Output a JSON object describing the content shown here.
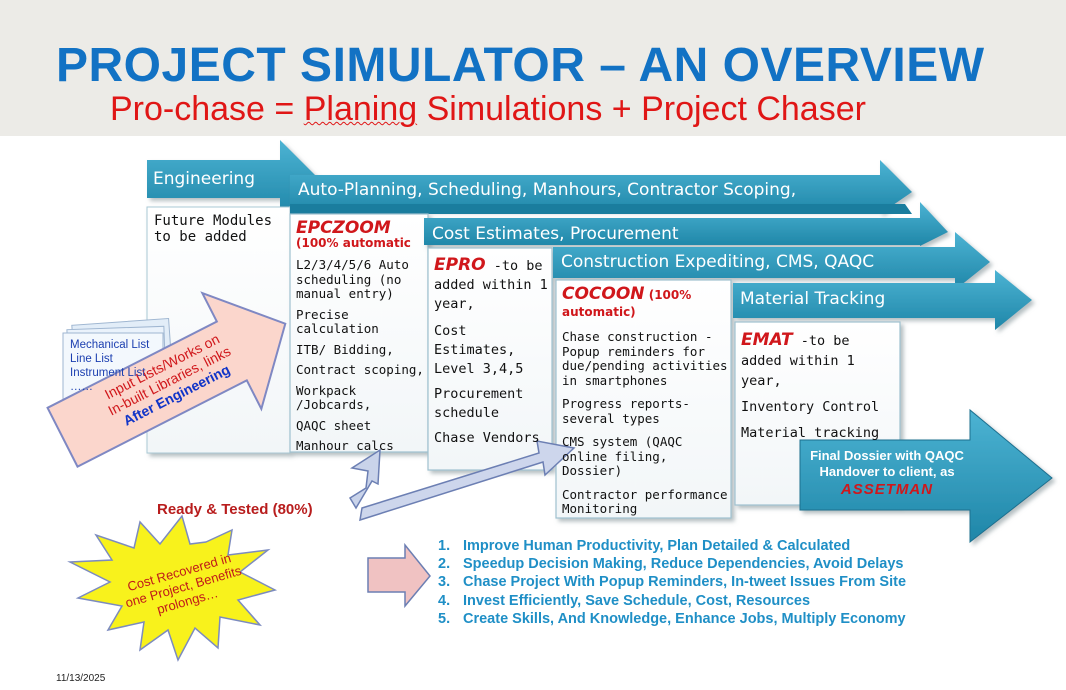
{
  "slide": {
    "title": "PROJECT SIMULATOR – AN OVERVIEW",
    "subtitle_prefix": "Pro-chase = ",
    "subtitle_squiggle": "Planing",
    "subtitle_suffix": " Simulations + Project Chaser",
    "date": "11/13/2025"
  },
  "arrows": {
    "engineering": "Engineering",
    "auto_planning": "Auto-Planning, Scheduling, Manhours, Contractor Scoping,",
    "cost_estimates": "Cost Estimates, Procurement",
    "construction": "Construction Expediting, CMS, QAQC",
    "material": "Material Tracking"
  },
  "future_modules": [
    "Future Modules",
    "to be added"
  ],
  "epczoom": {
    "name": "EPCZOOM",
    "tag": "(100% automatic",
    "items": [
      "L2/3/4/5/6 Auto scheduling (no manual entry)",
      "Precise calculation",
      "ITB/ Bidding,",
      "Contract scoping,",
      "Workpack /Jobcards,",
      "QAQC sheet",
      "Manhour calcs"
    ]
  },
  "epro": {
    "name": "EPRO",
    "tag": " -to be added within 1 year,",
    "items": [
      "Cost Estimates, Level 3,4,5",
      "Procurement schedule",
      "Chase Vendors"
    ]
  },
  "cocoon": {
    "name": "COCOON",
    "tag": " (100% automatic)",
    "items": [
      "Chase construction - Popup reminders for due/pending activities in smartphones",
      "Progress reports- several types",
      "CMS system (QAQC online filing, Dossier)",
      "Contractor performance Monitoring"
    ]
  },
  "emat": {
    "name": "EMAT",
    "tag": " -to be added within 1 year,",
    "items": [
      "Inventory Control",
      "Material tracking"
    ]
  },
  "docs": [
    "Mechanical List",
    "Line List",
    "Instrument List",
    "……"
  ],
  "input_arrow": [
    "Input Lists/Works on",
    "In-built Libraries, links"
  ],
  "input_arrow_accent": "After Engineering",
  "ready": "Ready & Tested (80%)",
  "dossier": [
    "Final Dossier with QAQC",
    "Handover to client, as"
  ],
  "dossier_accent": "ASSETMAN",
  "starburst": [
    "Cost Recovered in",
    "one Project, Benefits",
    "prolongs…"
  ],
  "benefits": [
    {
      "num": "1.",
      "text": "Improve Human Productivity, Plan Detailed & Calculated"
    },
    {
      "num": "2.",
      "text": "Speedup Decision Making, Reduce Dependencies, Avoid Delays"
    },
    {
      "num": "3.",
      "text": "Chase Project With Popup Reminders, In-tweet Issues From Site"
    },
    {
      "num": "4.",
      "text": "Invest Efficiently, Save Schedule, Cost, Resources"
    },
    {
      "num": "5.",
      "text": "Create Skills, And Knowledge, Enhance Jobs, Multiply Economy"
    }
  ],
  "colors": {
    "arrow": "#2a9bbd",
    "title": "#1272c4",
    "subtitle": "#e01616",
    "module": "#d0171b",
    "benefits": "#1f8fc6"
  }
}
